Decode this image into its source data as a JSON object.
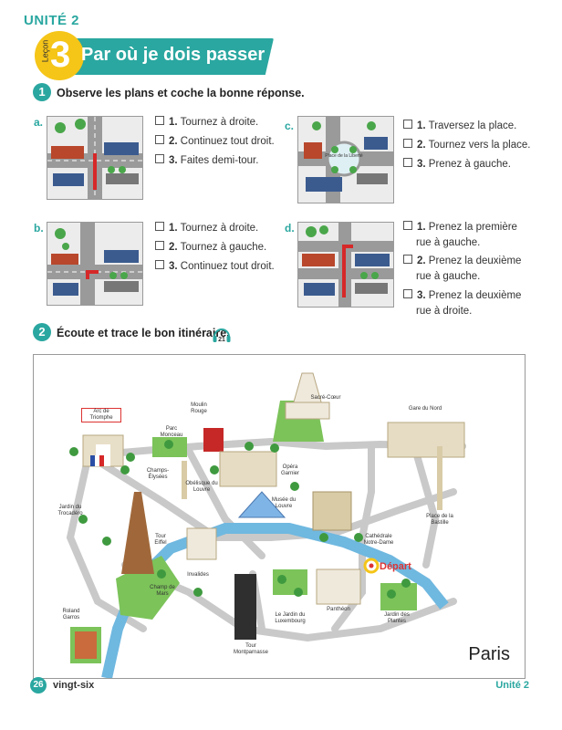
{
  "header": {
    "unit_label": "UNITÉ 2",
    "lesson_word": "Leçon",
    "lesson_number": "3",
    "lesson_title": "Par où je dois passer ?"
  },
  "exercise1": {
    "number": "1",
    "instruction": "Observe les plans et coche la bonne réponse.",
    "items": [
      {
        "letter": "a.",
        "options": [
          {
            "num": "1.",
            "text": "Tournez à droite."
          },
          {
            "num": "2.",
            "text": "Continuez tout droit."
          },
          {
            "num": "3.",
            "text": "Faites demi-tour."
          }
        ]
      },
      {
        "letter": "b.",
        "options": [
          {
            "num": "1.",
            "text": "Tournez à droite."
          },
          {
            "num": "2.",
            "text": "Tournez à gauche."
          },
          {
            "num": "3.",
            "text": "Continuez tout droit."
          }
        ]
      },
      {
        "letter": "c.",
        "plan_label": "Place de la Liberté",
        "options": [
          {
            "num": "1.",
            "text": "Traversez la place."
          },
          {
            "num": "2.",
            "text": "Tournez vers la place."
          },
          {
            "num": "3.",
            "text": "Prenez à gauche."
          }
        ]
      },
      {
        "letter": "d.",
        "options": [
          {
            "num": "1.",
            "text": "Prenez la première",
            "text2": "rue à gauche."
          },
          {
            "num": "2.",
            "text": "Prenez la deuxième",
            "text2": "rue à gauche."
          },
          {
            "num": "3.",
            "text": "Prenez la deuxième",
            "text2": "rue à droite."
          }
        ]
      }
    ]
  },
  "exercise2": {
    "number": "2",
    "instruction": "Écoute et trace le bon itinéraire.",
    "track": "21"
  },
  "map": {
    "city": "Paris",
    "start": "Départ",
    "places": {
      "arc": "Arc de Triomphe",
      "moulin": "Moulin Rouge",
      "parc_monceau": "Parc Monceau",
      "sacre": "Sacré-Cœur",
      "gare": "Gare du Nord",
      "champs": "Champs-Élysées",
      "opera": "Opéra Garnier",
      "obelisque": "Obélisque du Louvre",
      "musee": "Musée du Louvre",
      "trocadero": "Jardin du Trocadéro",
      "tour_eiffel": "Tour Eiffel",
      "cathedrale": "Cathédrale Notre-Dame",
      "bastille": "Place de la Bastille",
      "invalides": "Invalides",
      "champ_mars": "Champ de Mars",
      "pantheon": "Panthéon",
      "luxembourg": "Le Jardin du Luxembourg",
      "plantes": "Jardin des Plantes",
      "roland": "Roland Garros",
      "montparnasse": "Tour Montparnasse"
    },
    "colors": {
      "road": "#c9c9c9",
      "river": "#6fb8e0",
      "park": "#7cc35a",
      "accent": "#2aa7a0"
    }
  },
  "footer": {
    "page_number": "26",
    "page_word": "vingt-six",
    "unit": "Unité 2"
  }
}
